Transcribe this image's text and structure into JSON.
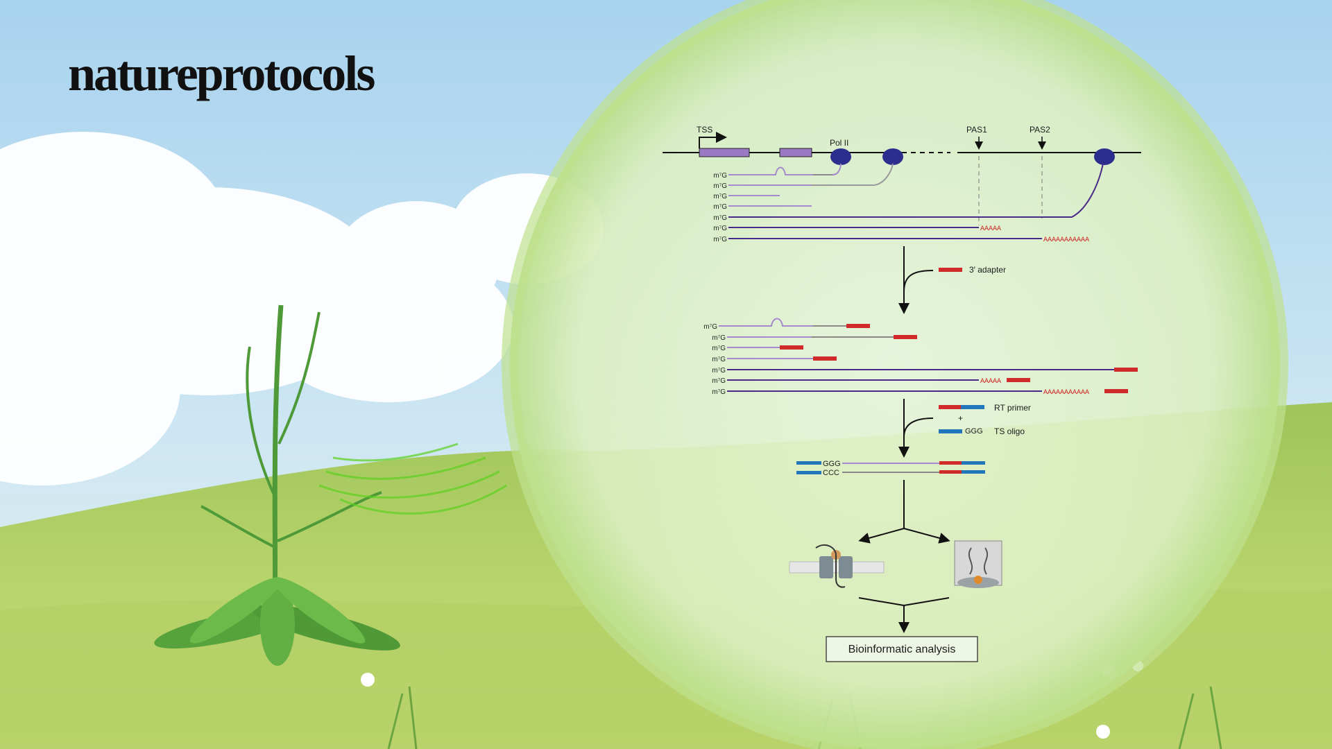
{
  "brand": {
    "logo": "natureprotocols"
  },
  "diagram": {
    "gene_labels": {
      "tss": "TSS",
      "pol2": "Pol II",
      "pas1": "PAS1",
      "pas2": "PAS2"
    },
    "cap_label": "m⁷G",
    "polya_short": "AAAAA",
    "polya_long": "AAAAAAAAAAA",
    "adapter_label": "3′ adapter",
    "rt_primer_label": "RT primer",
    "plus_sign": "+",
    "ts_oligo_label": "TS oligo",
    "ggg_label": "GGG",
    "ggg_top": "GGG",
    "ccc_bottom": "CCC",
    "final_step": "Bioinformatic analysis"
  },
  "colors": {
    "sky_top": "#a9d3ee",
    "grass": "#a3c65a",
    "lens": "#d6eeb4",
    "rna_light": "#a48ccc",
    "rna_dark": "#4a2a88",
    "pol2": "#2b2e8c",
    "adapter": "#d12a2a",
    "primer": "#2277bb"
  },
  "icons": [
    "nanopore-icon",
    "sequencer-tube-icon"
  ]
}
